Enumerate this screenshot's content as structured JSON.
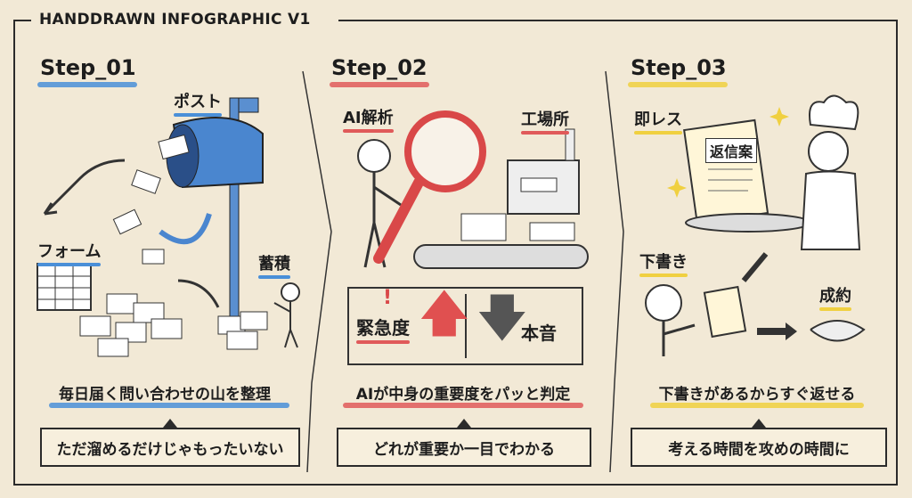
{
  "title": "HANDDRAWN INFOGRAPHIC V1",
  "colors": {
    "blue": "#4a8fd8",
    "red": "#e05a5a",
    "yellow": "#f0d040",
    "paper": "#f2e9d6"
  },
  "steps": [
    {
      "label": "Step_01",
      "tags": [
        "ポスト",
        "フォーム",
        "蓄積"
      ],
      "caption": "毎日届く問い合わせの山を整理",
      "bubble": "ただ溜めるだけじゃもったいない"
    },
    {
      "label": "Step_02",
      "tags": [
        "AI解析",
        "工場所",
        "緊急度",
        "本音"
      ],
      "caption": "AIが中身の重要度をパッと判定",
      "bubble": "どれが重要か一目でわかる"
    },
    {
      "label": "Step_03",
      "tags": [
        "即レス",
        "返信案",
        "下書き",
        "成約"
      ],
      "caption": "下書きがあるからすぐ返せる",
      "bubble": "考える時間を攻めの時間に"
    }
  ]
}
